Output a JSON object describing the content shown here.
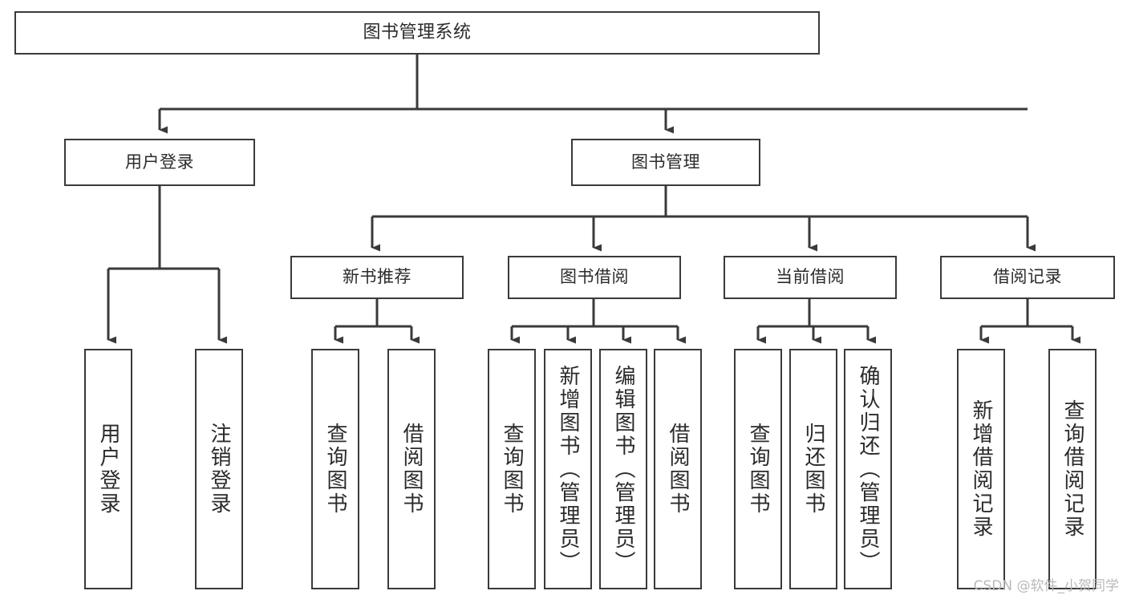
{
  "diagram": {
    "title": "图书管理系统",
    "type": "tree-hierarchy-chart",
    "root": {
      "id": "root",
      "label": "图书管理系统"
    },
    "level2": [
      {
        "id": "user-login",
        "label": "用户登录"
      },
      {
        "id": "book-management",
        "label": "图书管理"
      }
    ],
    "level3": [
      {
        "id": "new-book-recommend",
        "label": "新书推荐"
      },
      {
        "id": "book-borrow",
        "label": "图书借阅"
      },
      {
        "id": "current-borrow",
        "label": "当前借阅"
      },
      {
        "id": "borrow-record",
        "label": "借阅记录"
      }
    ],
    "leaves": [
      {
        "id": "leaf-user-login",
        "label": "用户登录",
        "parent": "user-login"
      },
      {
        "id": "leaf-logout-login",
        "label": "注销登录",
        "parent": "user-login"
      },
      {
        "id": "leaf-query-book-1",
        "label": "查询图书",
        "parent": "new-book-recommend"
      },
      {
        "id": "leaf-borrow-book-1",
        "label": "借阅图书",
        "parent": "new-book-recommend"
      },
      {
        "id": "leaf-query-book-2",
        "label": "查询图书",
        "parent": "book-borrow"
      },
      {
        "id": "leaf-add-book",
        "label": "新增图书（管理员）",
        "parent": "book-borrow"
      },
      {
        "id": "leaf-edit-book",
        "label": "编辑图书（管理员）",
        "parent": "book-borrow"
      },
      {
        "id": "leaf-borrow-book-2",
        "label": "借阅图书",
        "parent": "book-borrow"
      },
      {
        "id": "leaf-query-book-3",
        "label": "查询图书",
        "parent": "current-borrow"
      },
      {
        "id": "leaf-return-book",
        "label": "归还图书",
        "parent": "current-borrow"
      },
      {
        "id": "leaf-confirm-return",
        "label": "确认归还（管理员）",
        "parent": "current-borrow"
      },
      {
        "id": "leaf-add-borrow-record",
        "label": "新增借阅记录",
        "parent": "borrow-record"
      },
      {
        "id": "leaf-query-borrow-record",
        "label": "查询借阅记录",
        "parent": "borrow-record"
      }
    ],
    "colors": {
      "box_border": "#3a3a3a",
      "box_fill": "#ffffff",
      "edge": "#3a3a3a",
      "text": "#2b2b2b",
      "watermark": "#b9b9b9",
      "background": "#ffffff"
    }
  },
  "watermark": {
    "text": "CSDN @软件_小贺同学"
  }
}
